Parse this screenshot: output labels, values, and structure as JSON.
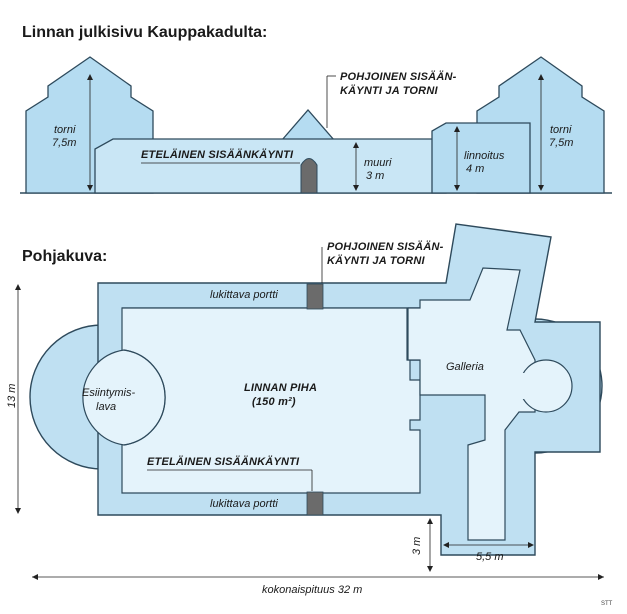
{
  "elevation": {
    "title": "Linnan julkisivu Kauppakadulta:",
    "tower_left": {
      "line1": "torni",
      "line2": "7,5m"
    },
    "tower_right": {
      "line1": "torni",
      "line2": "7,5m"
    },
    "north_entrance": {
      "line1": "POHJOINEN SISÄÄN-",
      "line2": "KÄYNTI JA TORNI"
    },
    "south_entrance": "ETELÄINEN SISÄÄNKÄYNTI",
    "wall": {
      "line1": "muuri",
      "line2": "3 m"
    },
    "fortification": {
      "line1": "linnoitus",
      "line2": "4 m"
    }
  },
  "plan": {
    "title": "Pohjakuva:",
    "north_entrance": {
      "line1": "POHJOINEN SISÄÄN-",
      "line2": "KÄYNTI JA TORNI"
    },
    "gate_top": "lukittava portti",
    "gate_bottom": "lukittava portti",
    "stage": {
      "line1": "Esiintymis-",
      "line2": "lava"
    },
    "courtyard": {
      "line1": "LINNAN PIHA",
      "line2": "(150 m²)"
    },
    "gallery": "Galleria",
    "south_entrance": "ETELÄINEN SISÄÄNKÄYNTI",
    "height_dim": "13 m",
    "small_dim": "3 m",
    "gallery_width": "5,5 m",
    "total_length": "kokonaispituus 32 m"
  },
  "credit": "STT",
  "colors": {
    "wall": "#bfe0f2",
    "courtyard": "#e4f3fb",
    "gate": "#6b6b6b",
    "outline": "#2e4a5c"
  }
}
